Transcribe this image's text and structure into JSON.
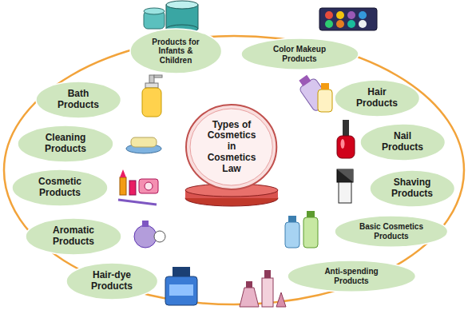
{
  "diagram": {
    "nodes": [
      {
        "text": [
          "Types of Cosmetics in Cosmetics Law"
        ]
      },
      {
        "text": [
          "Products for Infants & Children"
        ]
      },
      {
        "text": [
          "Color Makeup Products"
        ]
      },
      {
        "text": [
          "Bath Products"
        ]
      },
      {
        "text": [
          "Hair Products"
        ]
      },
      {
        "text": [
          "Cleaning Products"
        ]
      },
      {
        "text": [
          "Nail Products"
        ]
      },
      {
        "text": [
          "Cosmetic Products"
        ]
      },
      {
        "text": [
          "Shaving Products"
        ]
      },
      {
        "text": [
          "Aromatic Products"
        ]
      },
      {
        "text": [
          "Basic Cosmetics Products"
        ]
      },
      {
        "text": [
          "Hair-dye Products"
        ]
      },
      {
        "text": [
          "Anti-spending Products"
        ]
      }
    ]
  }
}
